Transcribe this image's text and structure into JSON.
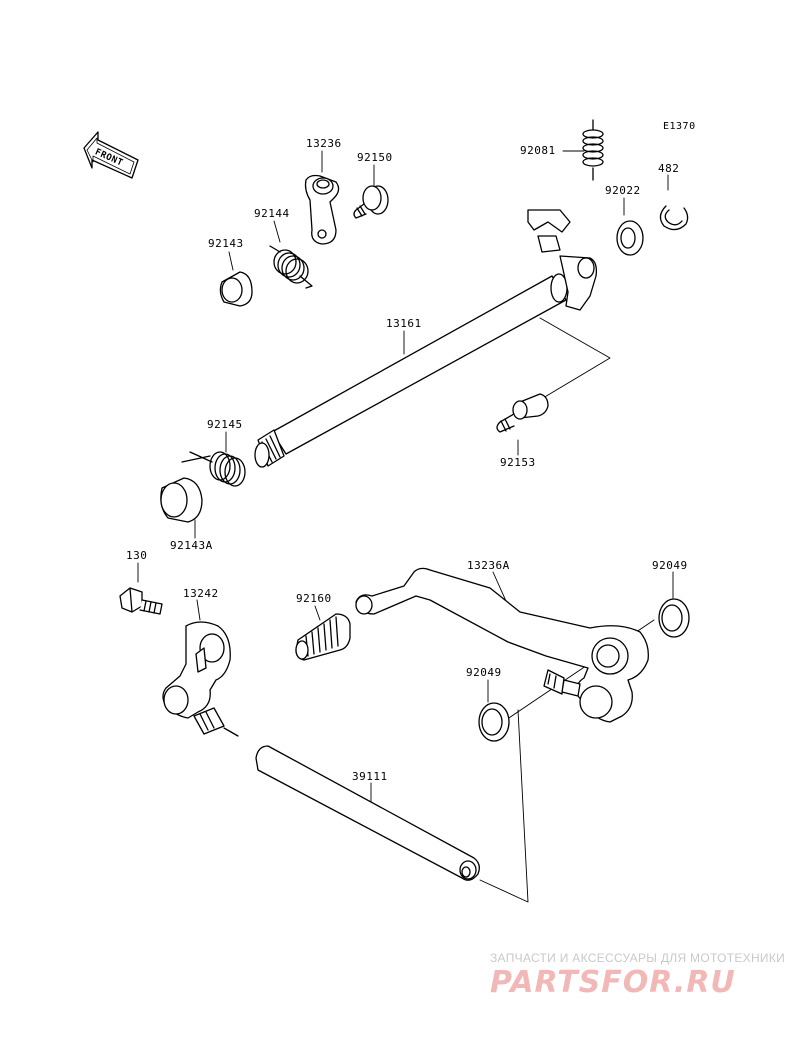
{
  "figure_code": "E1370",
  "front_arrow_text": "FRONT",
  "parts": {
    "p13236": "13236",
    "p92150": "92150",
    "p92144": "92144",
    "p92143": "92143",
    "p92081": "92081",
    "p482": "482",
    "p92022": "92022",
    "p13161": "13161",
    "p92145": "92145",
    "p92153": "92153",
    "p92143A": "92143A",
    "p130": "130",
    "p13242": "13242",
    "p92160": "92160",
    "p13236A": "13236A",
    "p92049a": "92049",
    "p92049b": "92049",
    "p39111": "39111"
  },
  "watermark": {
    "tagline": "ЗАПЧАСТИ И АКСЕССУАРЫ ДЛЯ МОТОТЕХНИКИ",
    "logo": "PARTSFOR.RU"
  }
}
